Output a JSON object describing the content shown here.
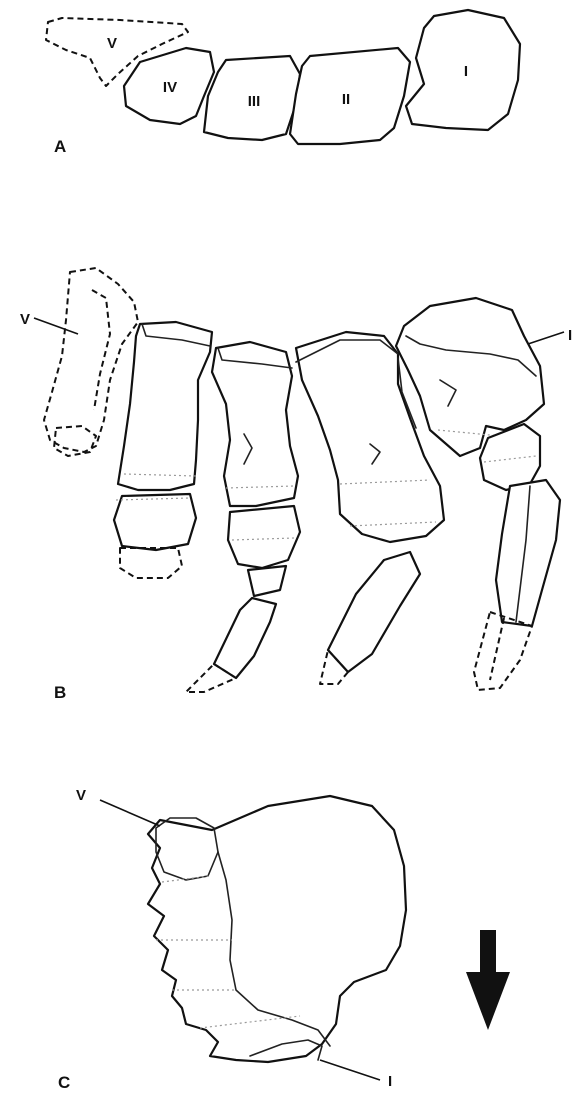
{
  "panel_a": {
    "panel_label": "A",
    "element_labels": [
      "V",
      "IV",
      "III",
      "II",
      "I"
    ]
  },
  "panel_b": {
    "panel_label": "B",
    "left_label": "V",
    "right_label": "I"
  },
  "panel_c": {
    "panel_label": "C",
    "top_label": "V",
    "bottom_label": "I",
    "arrow_direction": "down"
  },
  "colors": {
    "ink": "#111111",
    "faint_line": "#9a9a9a",
    "background": "#ffffff"
  }
}
